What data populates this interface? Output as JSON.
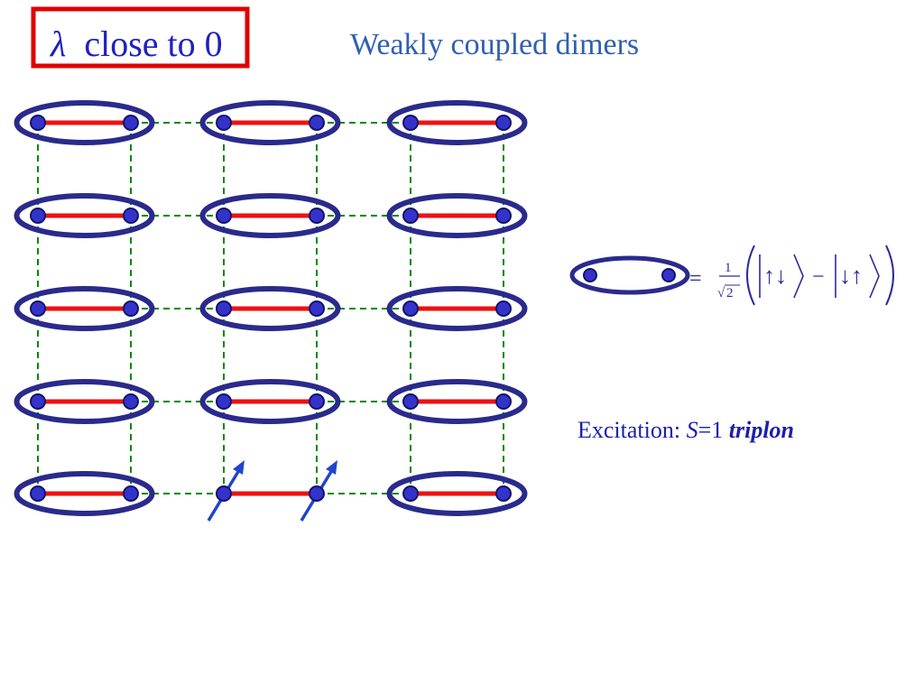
{
  "slide": {
    "title_box": {
      "symbol": "λ",
      "text": "close to 0"
    },
    "subtitle": "Weakly coupled dimers",
    "equation": {
      "equals": "=",
      "frac_num": "1",
      "frac_den": "2",
      "sqrt_sign": "√",
      "ket1": "↑↓",
      "minus": "−",
      "ket2": "↓↑"
    },
    "excitation": {
      "prefix": "Excitation: ",
      "s_var": "S",
      "s_val": "=1 ",
      "name": "triplon"
    }
  },
  "lattice": {
    "rows": 5,
    "columns": 3,
    "excited_row": 4,
    "excited_column": 1
  },
  "colors": {
    "title_text": "#2020c0",
    "title_box_border": "#e00000",
    "subtitle": "#3060b0",
    "ellipse_stroke": "#2a2a8c",
    "bond": "#ee1111",
    "site_fill": "#3333cc",
    "site_stroke": "#141466",
    "dashed_bond": "#008800",
    "spin_arrow": "#2244cc",
    "equation_text": "#2a2a9c",
    "excitation_text": "#1e1eaa"
  }
}
